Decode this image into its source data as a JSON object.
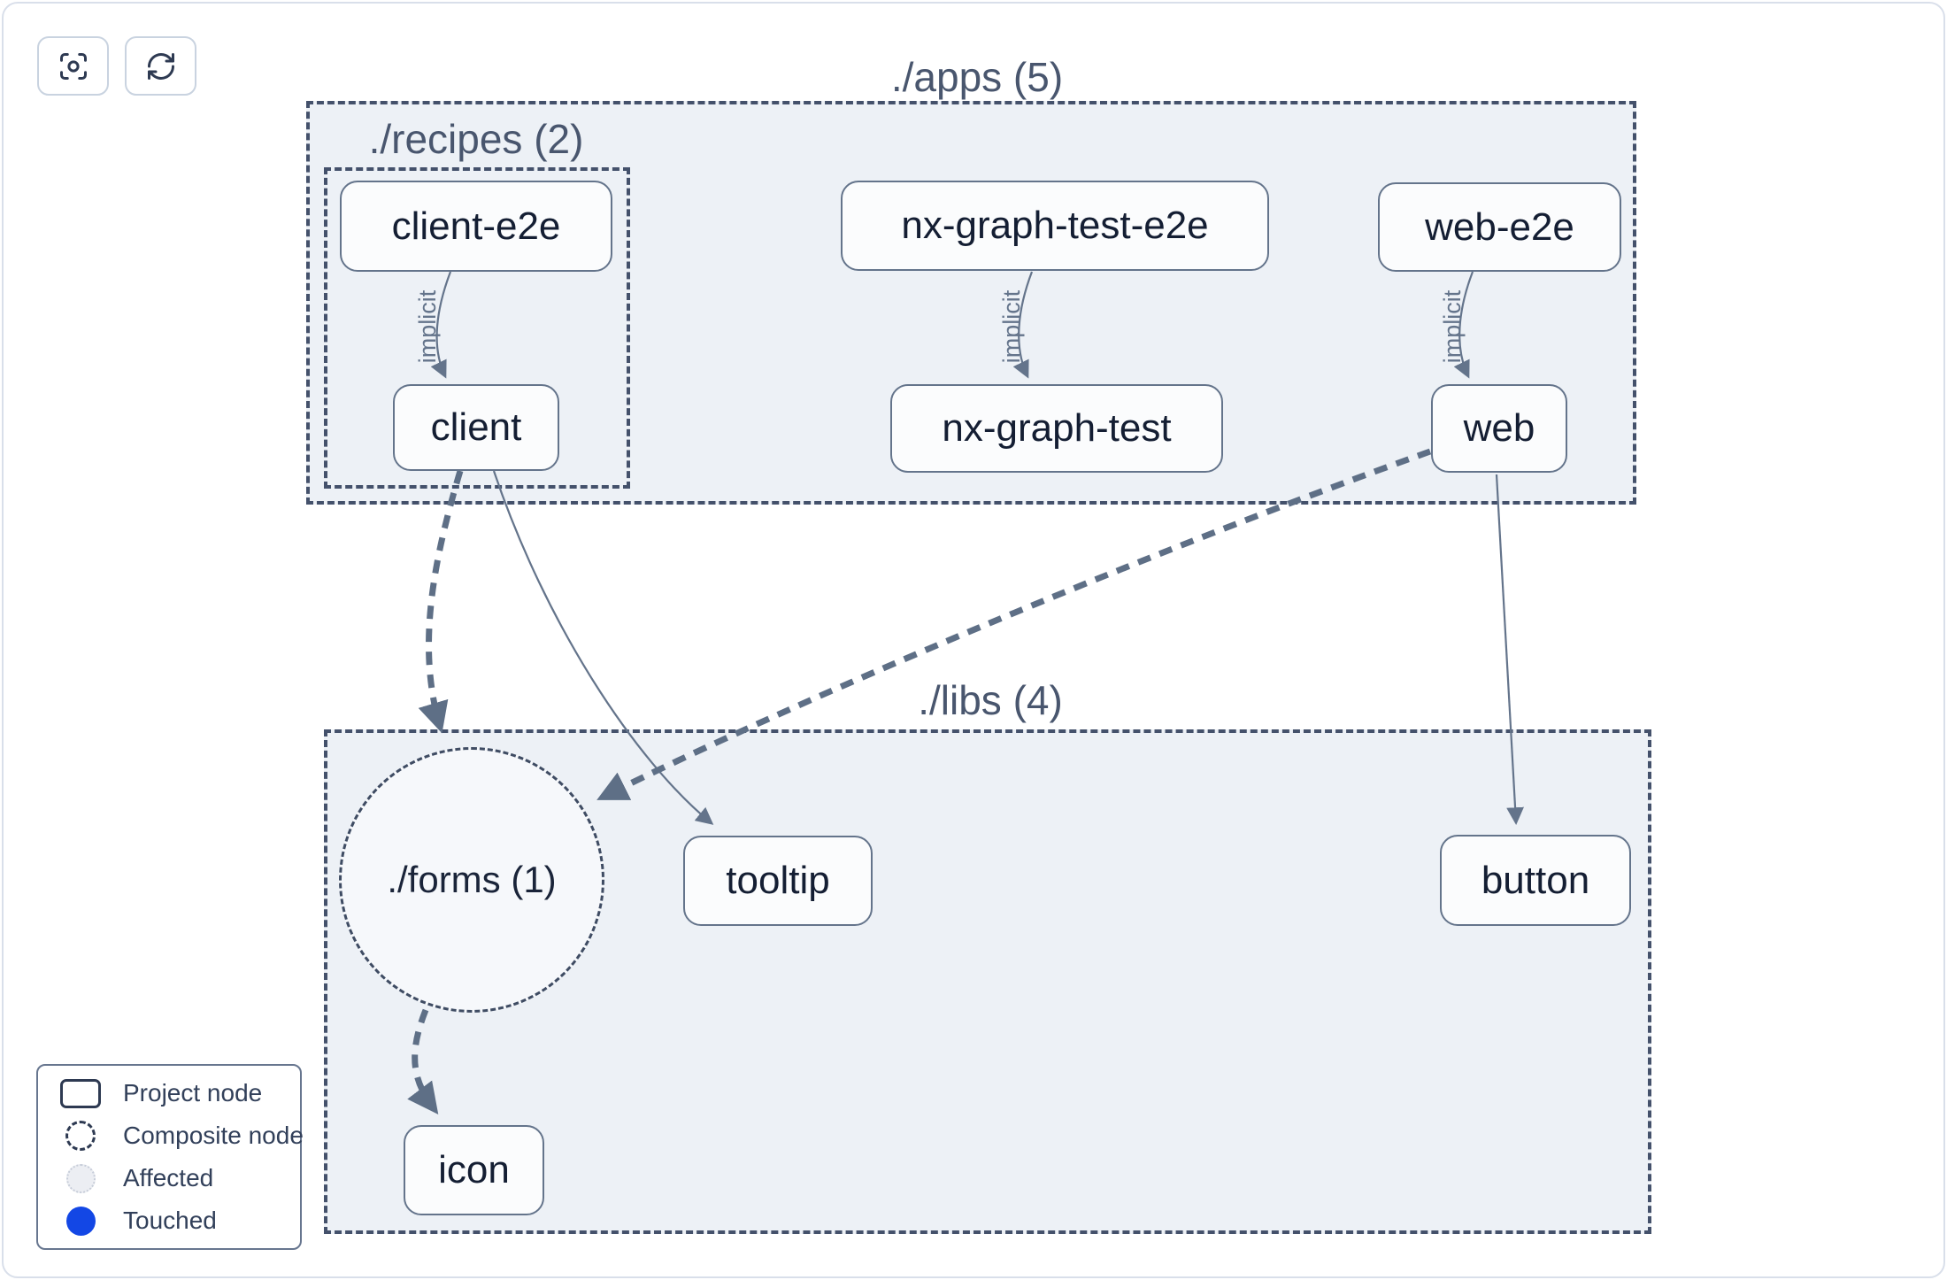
{
  "toolbar": {
    "buttons": [
      {
        "name": "focus",
        "icon": "focus-icon"
      },
      {
        "name": "refresh",
        "icon": "refresh-icon"
      }
    ]
  },
  "graph": {
    "groups": [
      {
        "id": "apps",
        "label": "./apps (5)",
        "count": 5
      },
      {
        "id": "recipes",
        "label": "./recipes (2)",
        "count": 2,
        "parent": "apps"
      },
      {
        "id": "libs",
        "label": "./libs (4)",
        "count": 4
      }
    ],
    "composite_nodes": [
      {
        "id": "forms",
        "label": "./forms (1)",
        "count": 1,
        "parent": "libs"
      }
    ],
    "nodes": [
      {
        "id": "client-e2e",
        "label": "client-e2e",
        "group": "recipes"
      },
      {
        "id": "nx-graph-test-e2e",
        "label": "nx-graph-test-e2e",
        "group": "apps"
      },
      {
        "id": "web-e2e",
        "label": "web-e2e",
        "group": "apps"
      },
      {
        "id": "client",
        "label": "client",
        "group": "recipes"
      },
      {
        "id": "nx-graph-test",
        "label": "nx-graph-test",
        "group": "apps"
      },
      {
        "id": "web",
        "label": "web",
        "group": "apps"
      },
      {
        "id": "tooltip",
        "label": "tooltip",
        "group": "libs"
      },
      {
        "id": "button",
        "label": "button",
        "group": "libs"
      },
      {
        "id": "icon",
        "label": "icon",
        "group": "libs"
      }
    ],
    "edges": [
      {
        "source": "client-e2e",
        "target": "client",
        "type": "implicit",
        "label": "implicit"
      },
      {
        "source": "nx-graph-test-e2e",
        "target": "nx-graph-test",
        "type": "implicit",
        "label": "implicit"
      },
      {
        "source": "web-e2e",
        "target": "web",
        "type": "implicit",
        "label": "implicit"
      },
      {
        "source": "client",
        "target": "./forms",
        "type": "composite",
        "label": ""
      },
      {
        "source": "web",
        "target": "./forms",
        "type": "composite",
        "label": ""
      },
      {
        "source": "client",
        "target": "tooltip",
        "type": "direct",
        "label": ""
      },
      {
        "source": "web",
        "target": "button",
        "type": "direct",
        "label": ""
      },
      {
        "source": "./forms",
        "target": "icon",
        "type": "composite",
        "label": ""
      }
    ]
  },
  "legend": {
    "items": [
      {
        "label": "Project node",
        "swatch": "rect-outline"
      },
      {
        "label": "Composite node",
        "swatch": "dashed-circle"
      },
      {
        "label": "Affected",
        "swatch": "affected-circle"
      },
      {
        "label": "Touched",
        "swatch": "touched-circle"
      }
    ]
  },
  "colors": {
    "container_fill": "#edf1f6",
    "composite_fill": "#f6f8fb",
    "node_fill": "#fbfcfd",
    "node_border": "#64748b",
    "node_text": "#141e33",
    "dashed_border": "#44516b",
    "group_label": "#49566e",
    "edge_thin": "#64748b",
    "edge_thick": "#5e6f86",
    "touched_blue": "#1347e5",
    "affected_fill": "#eceef3",
    "card_border": "#d9dfea"
  }
}
